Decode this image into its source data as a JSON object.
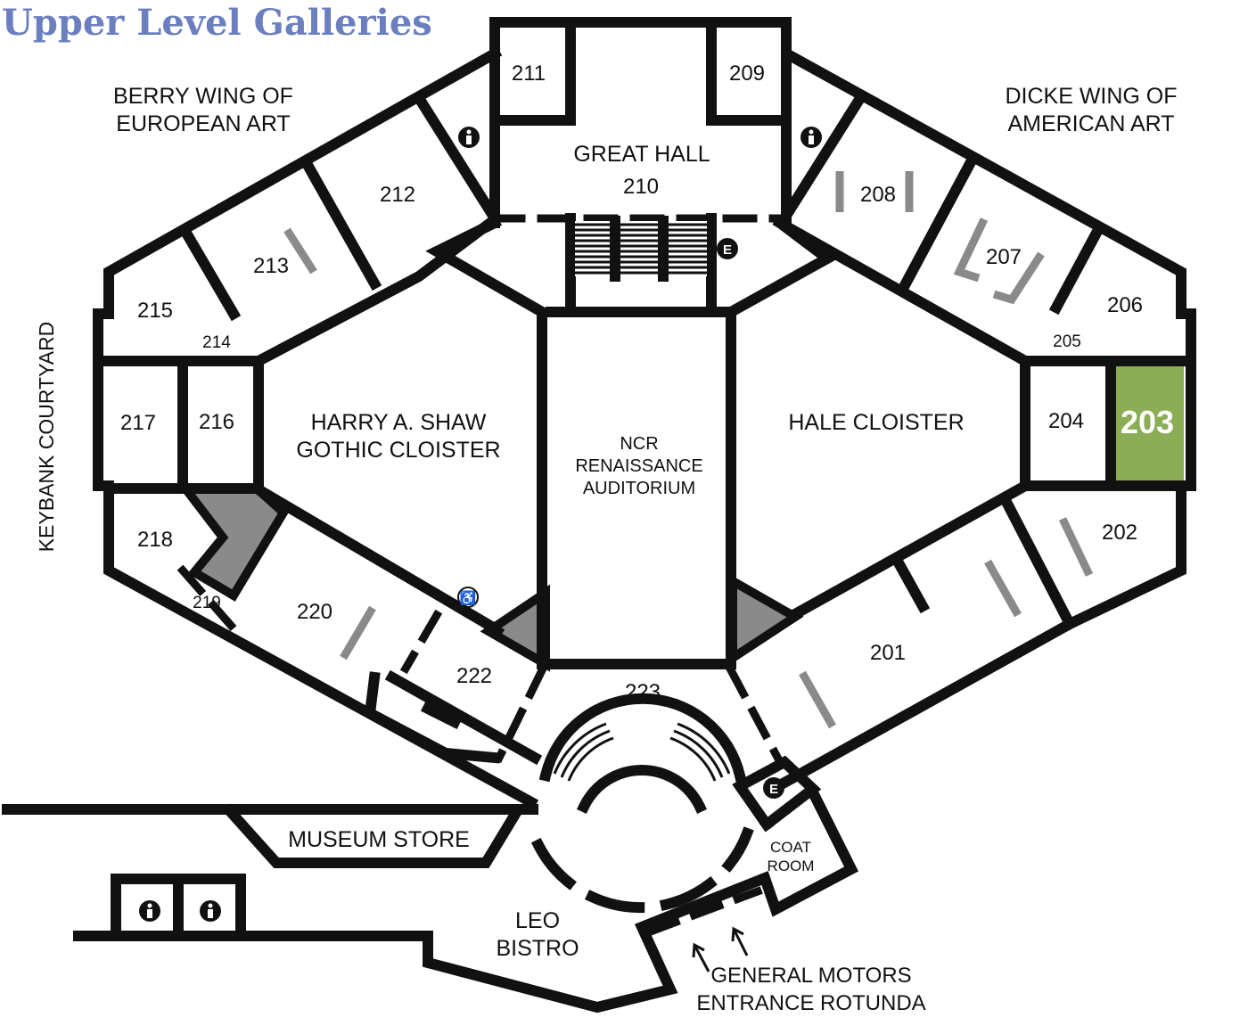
{
  "title": "Upper Level Galleries",
  "wings": {
    "berry": [
      "BERRY WING OF",
      "EUROPEAN ART"
    ],
    "dicke": [
      "DICKE WING OF",
      "AMERICAN ART"
    ],
    "courtyard": "KEYBANK COURTYARD"
  },
  "halls": {
    "great_hall": "GREAT HALL",
    "shaw": [
      "HARRY A. SHAW",
      "GOTHIC CLOISTER"
    ],
    "ncr": [
      "NCR",
      "RENAISSANCE",
      "AUDITORIUM"
    ],
    "hale": "HALE CLOISTER",
    "museum_store": "MUSEUM STORE",
    "leo": [
      "LEO",
      "BISTRO"
    ],
    "coat_room": [
      "COAT",
      "ROOM"
    ],
    "entrance": [
      "GENERAL MOTORS",
      "ENTRANCE ROTUNDA"
    ]
  },
  "rooms": {
    "r201": "201",
    "r202": "202",
    "r203": "203",
    "r204": "204",
    "r205": "205",
    "r206": "206",
    "r207": "207",
    "r208": "208",
    "r209": "209",
    "r210": "210",
    "r211": "211",
    "r212": "212",
    "r213": "213",
    "r214": "214",
    "r215": "215",
    "r216": "216",
    "r217": "217",
    "r218": "218",
    "r219": "219",
    "r220": "220",
    "r222": "222",
    "r223": "223"
  },
  "highlighted_room": "203",
  "icons": {
    "restroom": "restroom-icon",
    "elevator": "elevator-icon",
    "elevator_letter": "E",
    "accessible": "wheelchair-accessible-icon"
  },
  "colors": {
    "title": "#6b7fbf",
    "highlight": "#8aad55",
    "walls": "#111111",
    "dividers": "#8a8a8a",
    "shaded": "#8a8a8a"
  }
}
